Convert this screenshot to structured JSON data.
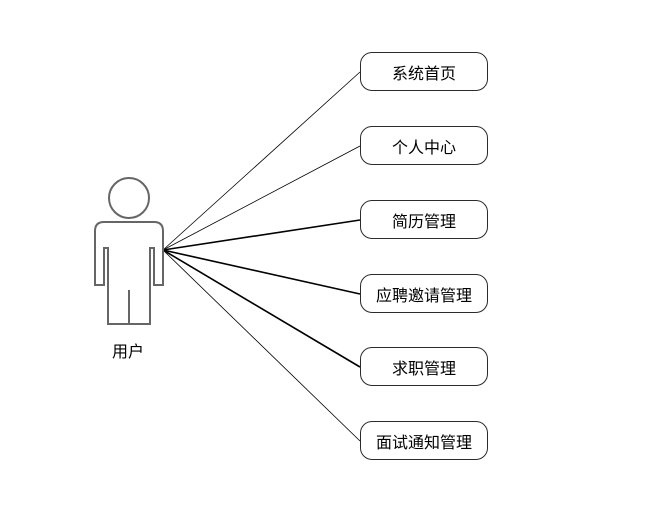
{
  "actor": {
    "label": "用户"
  },
  "use_cases": [
    {
      "label": "系统首页"
    },
    {
      "label": "个人中心"
    },
    {
      "label": "简历管理"
    },
    {
      "label": "应聘邀请管理"
    },
    {
      "label": "求职管理"
    },
    {
      "label": "面试通知管理"
    }
  ],
  "colors": {
    "actor_stroke": "#666666",
    "line": "#000000",
    "box_border": "#2b2b2b"
  }
}
